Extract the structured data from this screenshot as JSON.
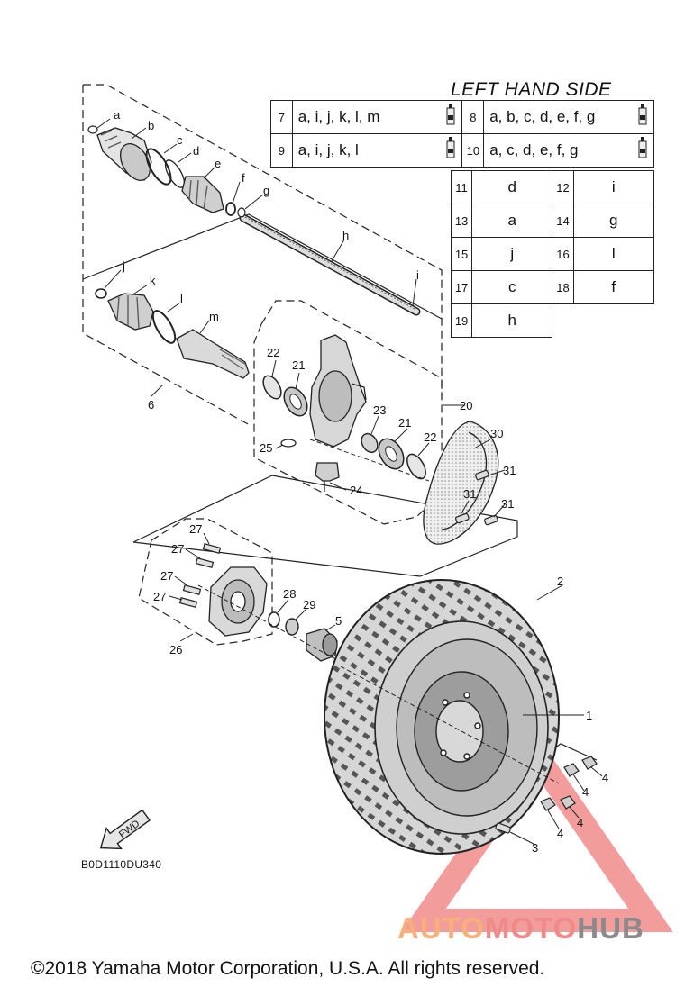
{
  "header": {
    "title": "LEFT HAND SIDE"
  },
  "kits_top": [
    {
      "num": "7",
      "parts": "a, i, j, k, l, m"
    },
    {
      "num": "8",
      "parts": "a, b, c, d, e, f, g"
    },
    {
      "num": "9",
      "parts": "a, i, j, k, l"
    },
    {
      "num": "10",
      "parts": "a, c, d, e, f, g"
    }
  ],
  "kits_grid": [
    {
      "num": "11",
      "part": "d"
    },
    {
      "num": "12",
      "part": "i"
    },
    {
      "num": "13",
      "part": "a"
    },
    {
      "num": "14",
      "part": "g"
    },
    {
      "num": "15",
      "part": "j"
    },
    {
      "num": "16",
      "part": "l"
    },
    {
      "num": "17",
      "part": "c"
    },
    {
      "num": "18",
      "part": "f"
    },
    {
      "num": "19",
      "part": "h"
    }
  ],
  "callouts": {
    "a": "a",
    "b": "b",
    "c": "c",
    "d": "d",
    "e": "e",
    "f": "f",
    "g": "g",
    "h": "h",
    "i": "i",
    "j": "j",
    "k": "k",
    "l": "l",
    "m": "m",
    "p1": "1",
    "p2": "2",
    "p3": "3",
    "p4a": "4",
    "p4b": "4",
    "p4c": "4",
    "p4d": "4",
    "p5": "5",
    "p6": "6",
    "p20": "20",
    "p21a": "21",
    "p21b": "21",
    "p22a": "22",
    "p22b": "22",
    "p23": "23",
    "p24": "24",
    "p25": "25",
    "p26": "26",
    "p27a": "27",
    "p27b": "27",
    "p27c": "27",
    "p27d": "27",
    "p28": "28",
    "p29": "29",
    "p30": "30",
    "p31a": "31",
    "p31b": "31",
    "p31c": "31"
  },
  "fwd_label": "FWD",
  "drawing_code": "B0D1110DU340",
  "copyright": "©2018 Yamaha Motor Corporation, U.S.A. All rights reserved.",
  "watermark": {
    "part1": "AUTO",
    "part2": "MOTO",
    "part3": "HUB"
  }
}
